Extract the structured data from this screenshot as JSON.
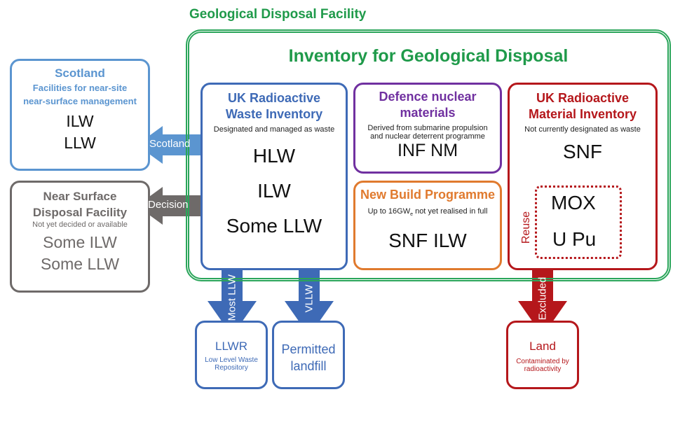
{
  "gdf": {
    "title": "Geological Disposal Facility",
    "inventory_title": "Inventory for Geological Disposal"
  },
  "uk_waste_inventory": {
    "title_line1": "UK Radioactive",
    "title_line2": "Waste Inventory",
    "subtitle": "Designated and managed as waste",
    "items": [
      "HLW",
      "ILW",
      "Some LLW"
    ],
    "color": "#3e6ab6"
  },
  "defence": {
    "title_line1": "Defence nuclear",
    "title_line2": "materials",
    "subtitle_line1": "Derived from submarine propulsion",
    "subtitle_line2": "and  nuclear deterrent programme",
    "item": "INF NM",
    "color": "#7030a0"
  },
  "new_build": {
    "title": "New Build Programme",
    "subtitle_prefix": "Up to 16GW",
    "subtitle_sub": "e",
    "subtitle_suffix": " not yet realised in full",
    "item": "SNF ILW",
    "color": "#e07a2e"
  },
  "material_inventory": {
    "title_line1": "UK Radioactive",
    "title_line2": "Material Inventory",
    "subtitle": "Not currently designated as waste",
    "item": "SNF",
    "reuse_label": "Reuse",
    "reuse_items": [
      "MOX",
      "U Pu"
    ],
    "color": "#b5171b"
  },
  "scotland": {
    "title": "Scotland",
    "subtitle_line1": "Facilities for near-site",
    "subtitle_line2": "near-surface management",
    "items": [
      "ILW",
      "LLW"
    ],
    "arrow_label": "Scotland",
    "color": "#5b95d0"
  },
  "nsdf": {
    "title_line1": "Near Surface",
    "title_line2": "Disposal Facility",
    "subtitle": "Not yet decided or available",
    "items": [
      "Some ILW",
      "Some LLW"
    ],
    "arrow_label": "Decision",
    "color": "#6e6a69"
  },
  "llwr": {
    "title": "LLWR",
    "subtitle_line1": "Low Level Waste",
    "subtitle_line2": "Repository",
    "arrow_label": "Most LLW"
  },
  "landfill": {
    "title_line1": "Permitted",
    "title_line2": "landfill",
    "arrow_label": "VLLW"
  },
  "land": {
    "title": "Land",
    "subtitle_line1": "Contaminated by",
    "subtitle_line2": "radioactivity",
    "arrow_label": "Excluded"
  }
}
